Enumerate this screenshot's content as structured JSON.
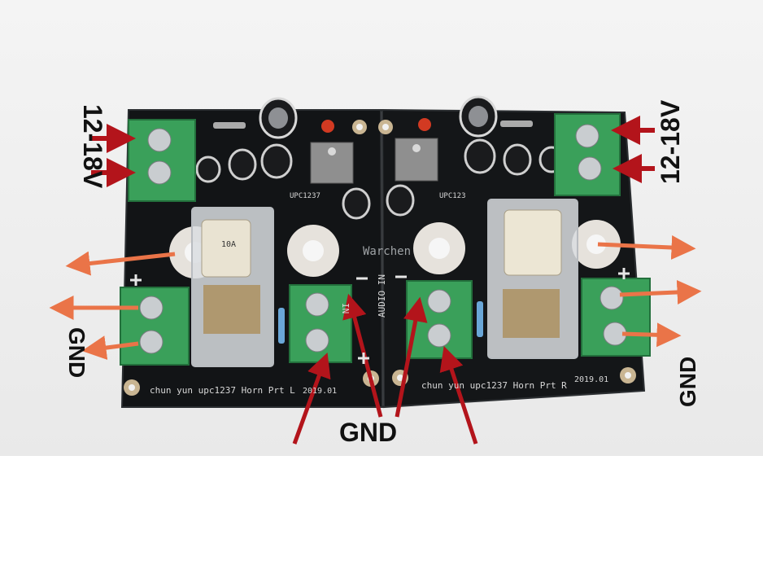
{
  "annotations": {
    "voltage_left": "12-18V",
    "voltage_right": "12-18V",
    "gnd_left": "GND",
    "gnd_right": "GND",
    "gnd_center": "GND"
  },
  "board": {
    "chip_label_left": "UPC1237",
    "chip_label_right": "UPC123",
    "silk_left": "chun yun upc1237 Horn Prt L",
    "silk_right": "chun yun upc1237 Horn Prt R",
    "date_left": "2019.01",
    "date_right": "2019.01",
    "input_label": "AUDIO IN",
    "input_label_left": "IN",
    "relay_label": "10A",
    "watermark": "Warchen"
  },
  "colors": {
    "pcb": "#111315",
    "terminal": "#3aa05a",
    "terminal_dark": "#23703c",
    "arrow_red": "#b3141b",
    "arrow_orange": "#ea7448"
  }
}
